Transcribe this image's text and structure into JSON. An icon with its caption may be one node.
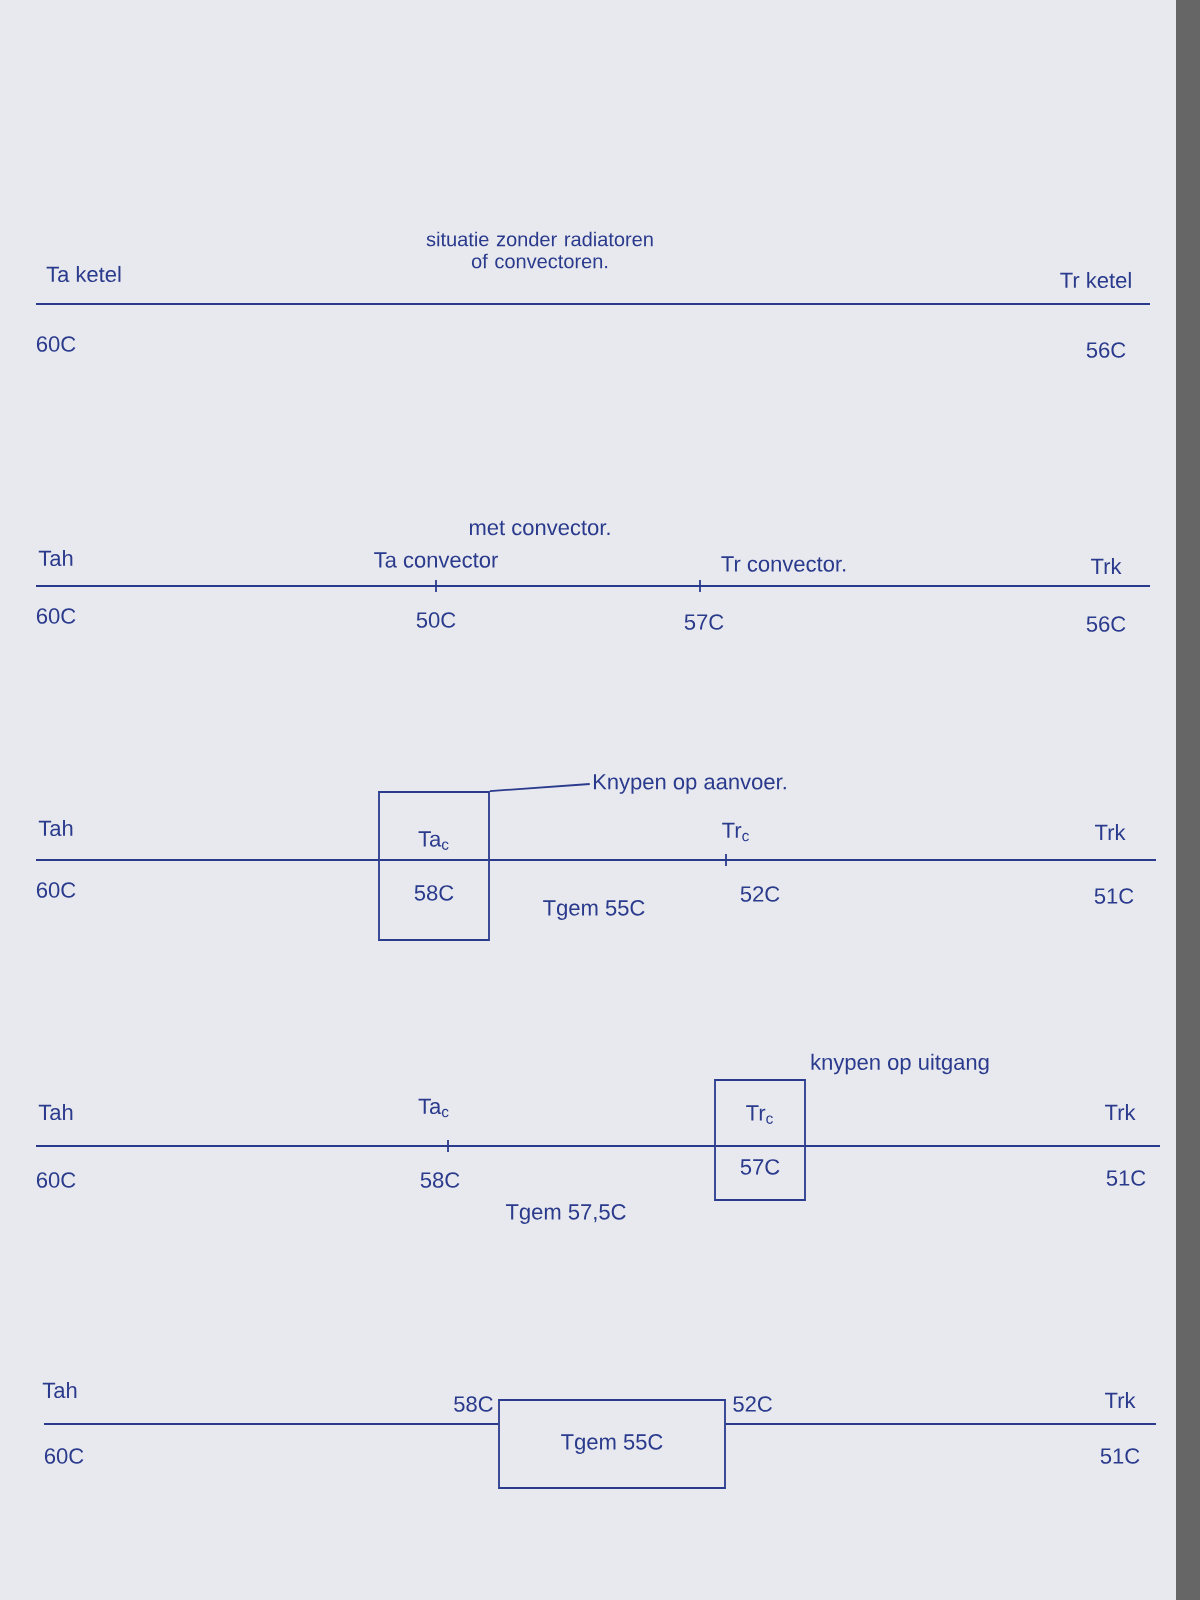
{
  "diagram": {
    "nodes": [
      {
        "text": [
          "Ta$_{c}$",
          "58C"
        ]
      },
      {
        "text": [
          "Knypen op aanvoer."
        ]
      },
      {
        "text": [
          "Tr$_{c}$",
          "57C"
        ],
        "beside": [
          "knypen op uitgang"
        ]
      },
      {
        "text": [
          "Tgem 55C"
        ]
      }
    ],
    "edges": [
      {
        "from": 1,
        "to": 0,
        "arrow": "none"
      },
      {
        "from": null,
        "to": 3,
        "arrow": "none"
      },
      {
        "from": 3,
        "to": null,
        "arrow": "none"
      }
    ],
    "labels": [
      "Ta ketel",
      "situatie zonder radiatoren of convectoren.",
      "Tr ketel",
      "60C",
      "56C",
      "met convector.",
      "Tah",
      "Ta convector",
      "Tr convector.",
      "Trk",
      "60C",
      "50C",
      "57C",
      "56C",
      "Tah",
      "Tr$_{c}$",
      "Trk",
      "60C",
      "52C",
      "Tgem 55C",
      "51C",
      "Tah",
      "Ta$_{c}$",
      "Trk",
      "60C",
      "58C",
      "Tgem 57,5C",
      "51C",
      "Tah",
      "58C",
      "52C",
      "Trk",
      "60C",
      "51C"
    ]
  }
}
